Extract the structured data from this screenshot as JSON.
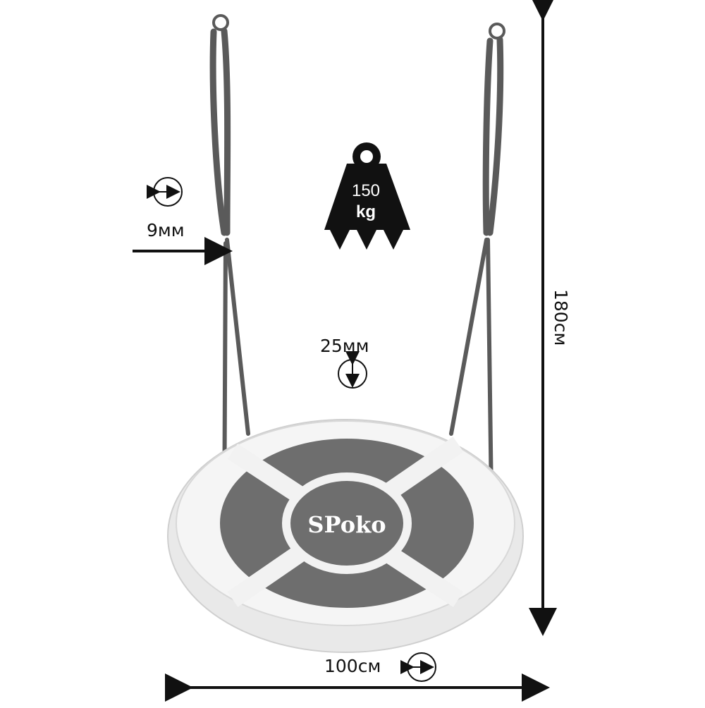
{
  "brand": "SPoko",
  "weight": {
    "value": "150",
    "unit": "kg"
  },
  "dimensions": {
    "rope_diameter": "9мм",
    "seat_thickness": "25мм",
    "seat_diameter": "100см",
    "total_height": "180см"
  },
  "colors": {
    "fabric": "#f2f2f2",
    "panel": "#6e6e6e",
    "rope": "#5a5a5a",
    "ink": "#111111"
  },
  "icons": [
    "horizontal-size-icon",
    "vertical-size-icon",
    "weight-icon",
    "arrow-icon"
  ]
}
